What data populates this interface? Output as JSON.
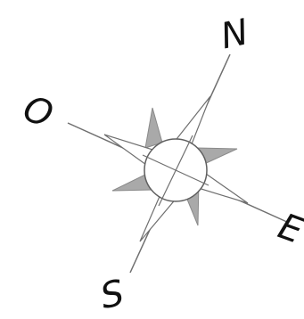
{
  "compass": {
    "labels": {
      "north": "N",
      "south": "S",
      "east": "E",
      "west": "O"
    }
  },
  "colors": {
    "stroke": "#6f6f6f",
    "fill": "#a9a9a9",
    "text": "#111111",
    "background": "#ffffff"
  }
}
